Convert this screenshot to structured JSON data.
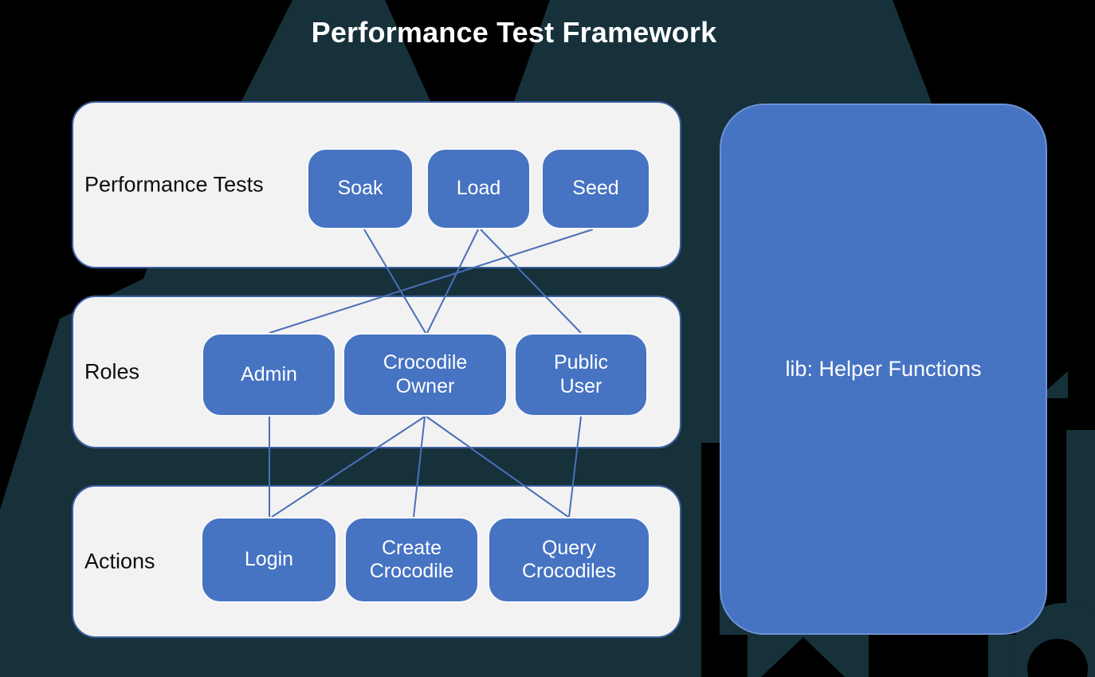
{
  "title": "Performance Test Framework",
  "rows": [
    {
      "label": "Performance Tests",
      "boxes": [
        {
          "label": "Soak"
        },
        {
          "label": "Load"
        },
        {
          "label": "Seed"
        }
      ]
    },
    {
      "label": "Roles",
      "boxes": [
        {
          "label": "Admin"
        },
        {
          "label": "Crocodile Owner"
        },
        {
          "label": "Public User"
        }
      ]
    },
    {
      "label": "Actions",
      "boxes": [
        {
          "label": "Login"
        },
        {
          "label": "Create Crocodile"
        },
        {
          "label": "Query Crocodiles"
        }
      ]
    }
  ],
  "lib_box": {
    "label": "lib: Helper Functions"
  },
  "connections": [
    {
      "from": "Soak",
      "to": "Crocodile Owner"
    },
    {
      "from": "Load",
      "to": "Crocodile Owner"
    },
    {
      "from": "Load",
      "to": "Public User"
    },
    {
      "from": "Seed",
      "to": "Admin"
    },
    {
      "from": "Admin",
      "to": "Login"
    },
    {
      "from": "Crocodile Owner",
      "to": "Login"
    },
    {
      "from": "Crocodile Owner",
      "to": "Create Crocodile"
    },
    {
      "from": "Crocodile Owner",
      "to": "Query Crocodiles"
    },
    {
      "from": "Public User",
      "to": "Query Crocodiles"
    }
  ],
  "colors": {
    "background": "#000000",
    "backdrop_shape": "#16313a",
    "panel_fill": "#f2f2f2",
    "panel_border": "#3a5fa0",
    "node_fill": "#4673c2",
    "node_border": "#f5f7fa",
    "lib_border": "#6d92d4",
    "connector": "#4a6fb8",
    "title_text": "#ffffff",
    "label_text": "#0d0d0d",
    "node_text": "#ffffff"
  }
}
